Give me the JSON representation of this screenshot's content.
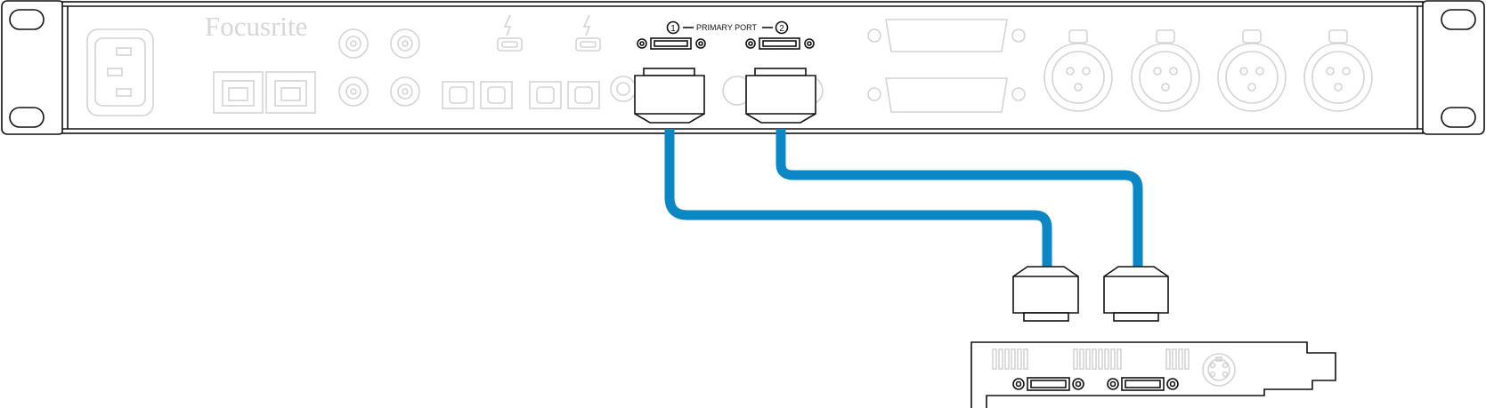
{
  "device": {
    "brand_logo": "Focusrite",
    "primary_port_label": "PRIMARY PORT",
    "port_numbers": [
      "1",
      "2"
    ],
    "icons": [
      "power-inlet-icon",
      "ethernet-port-icon",
      "bnc-connector-icon",
      "thunderbolt-icon",
      "optical-port-icon",
      "dsub-connector-icon",
      "xlr-connector-icon",
      "mini-din-port-icon"
    ]
  },
  "colors": {
    "cable": "#0b87c6",
    "outline": "#111111",
    "faded_outline": "#d3d3d3"
  }
}
